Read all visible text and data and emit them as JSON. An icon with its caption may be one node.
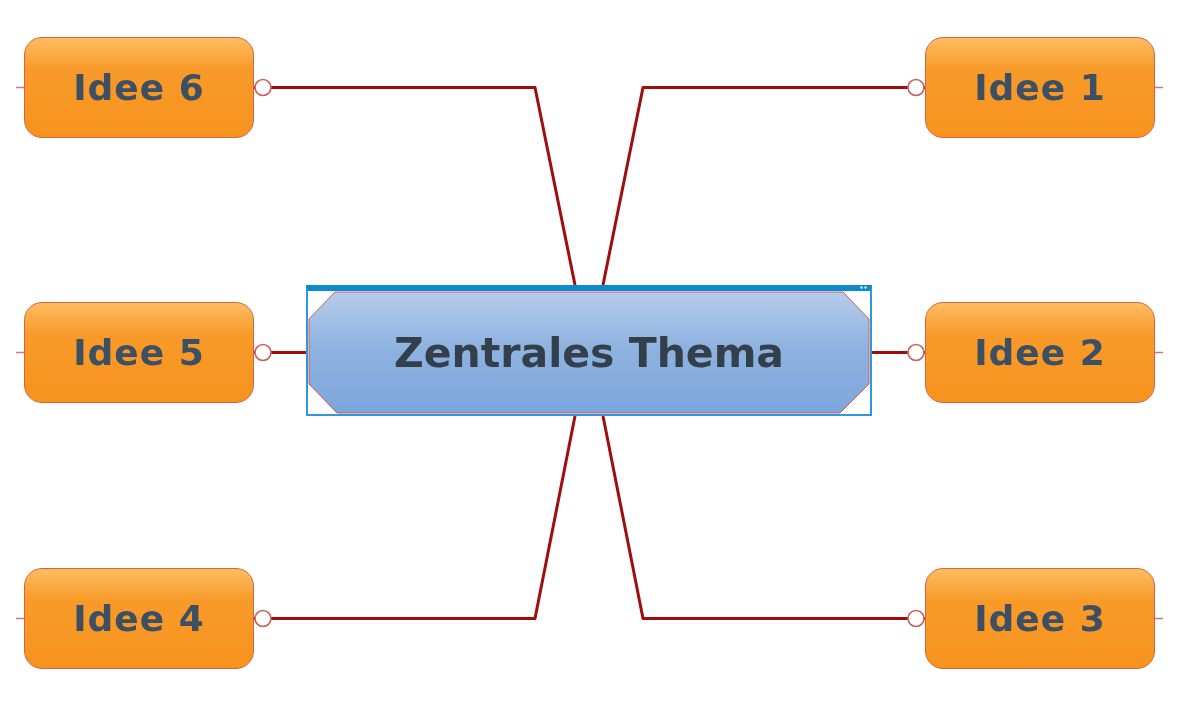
{
  "diagram": {
    "nodes": [
      {
        "text": [
          "Idee 6"
        ]
      },
      {
        "text": [
          "Idee 1"
        ]
      },
      {
        "text": [
          "Zentrales Thema"
        ]
      },
      {
        "text": [
          "Idee 5"
        ]
      },
      {
        "text": [
          "Idee 2"
        ]
      },
      {
        "text": [
          "Idee 4"
        ]
      },
      {
        "text": [
          "Idee 3"
        ]
      }
    ],
    "edges": [
      {
        "from": 2,
        "to": 1,
        "arrow": "other"
      },
      {
        "from": 2,
        "to": 4,
        "arrow": "other"
      },
      {
        "from": 2,
        "to": 6,
        "arrow": "other"
      },
      {
        "from": 2,
        "to": 5,
        "arrow": "other"
      },
      {
        "from": 2,
        "to": 3,
        "arrow": "other"
      },
      {
        "from": 2,
        "to": 0,
        "arrow": "other"
      }
    ]
  }
}
